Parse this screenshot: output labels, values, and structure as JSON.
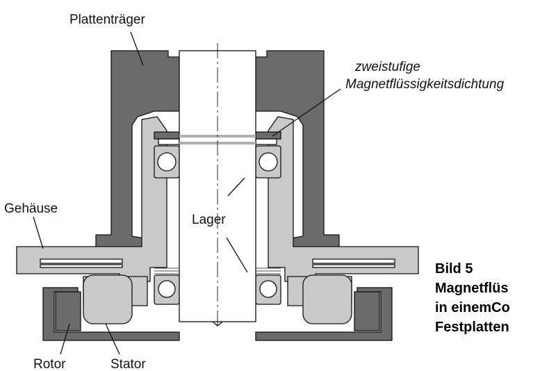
{
  "labels": {
    "plattentraeger": "Plattenträger",
    "dichtung_line1": "zweistufige",
    "dichtung_line2": "Magnetflüssigkeitsdichtung",
    "gehaeuse": "Gehäuse",
    "lager": "Lager",
    "rotor": "Rotor",
    "stator": "Stator"
  },
  "caption": {
    "line1": "Bild 5",
    "line2": "Magnetflüs",
    "line3": "in einemCo",
    "line4": "Festplatten"
  },
  "colors": {
    "dark_part": "#6b6b6b",
    "light_part": "#c9c9c9",
    "outline": "#111111"
  }
}
